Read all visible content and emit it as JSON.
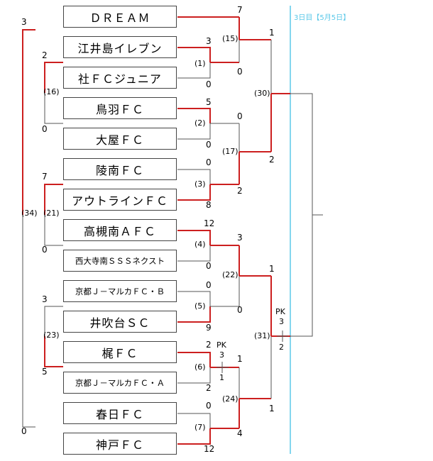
{
  "day_label": "3日目【5月5日】",
  "teams": [
    "ＤＲＥＡＭ",
    "江井島イレブン",
    "社ＦＣジュニア",
    "鳥羽ＦＣ",
    "大屋ＦＣ",
    "陵南ＦＣ",
    "アウトラインＦＣ",
    "高槻南ＡＦＣ",
    "西大寺南ＳＳＳネクスト",
    "京都Ｊ－マルカＦＣ・Ｂ",
    "井吹台ＳＣ",
    "梶ＦＣ",
    "京都Ｊ－マルカＦＣ・Ａ",
    "春日ＦＣ",
    "神戸ＦＣ"
  ],
  "match_labels": {
    "m1": "(1)",
    "m2": "(2)",
    "m3": "(3)",
    "m4": "(4)",
    "m5": "(5)",
    "m6": "(6)",
    "m7": "(7)",
    "m15": "(15)",
    "m16": "(16)",
    "m17": "(17)",
    "m21": "(21)",
    "m22": "(22)",
    "m23": "(23)",
    "m24": "(24)",
    "m30": "(30)",
    "m31": "(31)",
    "m34": "(34)"
  },
  "scores": {
    "m1_a": "3",
    "m1_b": "0",
    "m2_a": "5",
    "m2_b": "0",
    "m3_a": "0",
    "m3_b": "8",
    "m4_a": "12",
    "m4_b": "0",
    "m5_a": "0",
    "m5_b": "9",
    "m6_a": "2",
    "m6_b": "2",
    "m6_pk": "PK",
    "m6_pk_a": "3",
    "m6_pk_b": "1",
    "m7_a": "0",
    "m7_b": "12",
    "m15_a": "7",
    "m15_b": "0",
    "m17_a": "0",
    "m17_b": "2",
    "m22_a": "3",
    "m22_b": "0",
    "m24_a": "1",
    "m24_b": "4",
    "m30_a": "1",
    "m30_b": "2",
    "m31_a": "1",
    "m31_b": "1",
    "m31_pk": "PK",
    "m31_pk_a": "3",
    "m31_pk_b": "2",
    "m16_a": "2",
    "m16_b": "0",
    "m21_a": "7",
    "m21_b": "0",
    "m23_a": "3",
    "m23_b": "5",
    "m34_a": "3",
    "m34_b": "0"
  },
  "colors": {
    "winner_line": "#cc1f1f",
    "line": "#555555",
    "day_divider": "#5bc8e8"
  }
}
